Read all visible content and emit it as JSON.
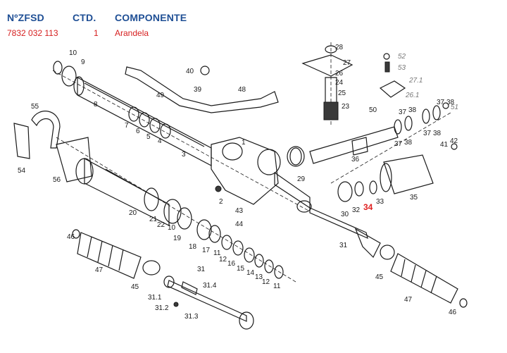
{
  "header": {
    "col_no": "NºZFSD",
    "col_ctd": "CTD.",
    "col_comp": "COMPONENTE"
  },
  "row": {
    "no": "7832 032 113",
    "ctd": "1",
    "comp": "Arandela"
  },
  "colors": {
    "header": "#1f4f95",
    "row": "#d62020",
    "highlight": "#e02020"
  },
  "labels": {
    "p1": "1",
    "p2": "2",
    "p3": "3",
    "p4": "4",
    "p5": "5",
    "p6": "6",
    "p7": "7",
    "p8": "8",
    "p9": "9",
    "p10": "10",
    "p10b": "10",
    "p11": "11",
    "p11b": "11",
    "p12": "12",
    "p12b": "12",
    "p13": "13",
    "p14": "14",
    "p15": "15",
    "p16": "16",
    "p17": "17",
    "p18": "18",
    "p19": "19",
    "p20": "20",
    "p21": "21",
    "p22": "22",
    "p23": "23",
    "p24": "24",
    "p25": "25",
    "p26": "26",
    "p27": "27",
    "p28": "28",
    "p29": "29",
    "p30": "30",
    "p31": "31",
    "p31b": "31",
    "p31_1": "31.1",
    "p31_2": "31.2",
    "p31_3": "31.3",
    "p31_4": "31.4",
    "p32": "32",
    "p33": "33",
    "p34": "34",
    "p35": "35",
    "p36": "36",
    "p37a": "37",
    "p37b": "37",
    "p37c": "37",
    "p37d": "37",
    "p38a": "38",
    "p38b": "38",
    "p38c": "38",
    "p38d": "38",
    "p39": "39",
    "p40": "40",
    "p41": "41",
    "p42": "42",
    "p43": "43",
    "p44": "44",
    "p45": "45",
    "p45b": "45",
    "p46": "46",
    "p46b": "46",
    "p47": "47",
    "p47b": "47",
    "p48": "48",
    "p49": "49",
    "p50": "50",
    "p51": "51",
    "p52": "52",
    "p53": "53",
    "p54": "54",
    "p55": "55",
    "p56": "56",
    "p26_1": "26.1",
    "p27_1": "27.1"
  }
}
